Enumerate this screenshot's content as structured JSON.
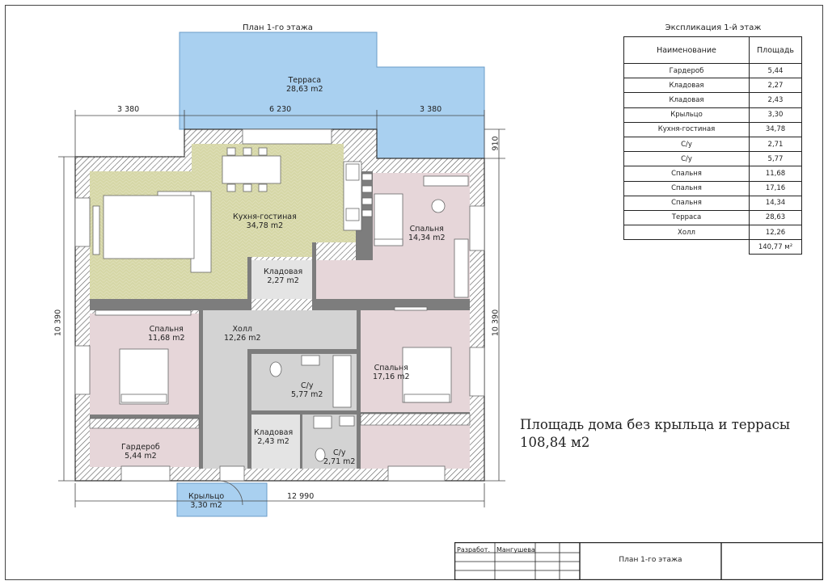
{
  "plan": {
    "title": "План 1-го этажа",
    "dimensions": {
      "top_left": "3 380",
      "top_mid": "6 230",
      "top_right": "3 380",
      "right_small": "910",
      "left_height": "10 390",
      "right_height": "10 390",
      "bottom": "12 990"
    },
    "rooms": {
      "terrace": {
        "name": "Терраса",
        "area": "28,63 m2"
      },
      "kitchen": {
        "name": "Кухня-гостиная",
        "area": "34,78 m2"
      },
      "bedroom_ne": {
        "name": "Спальня",
        "area": "14,34 m2"
      },
      "pantry1": {
        "name": "Кладовая",
        "area": "2,27 m2"
      },
      "bedroom_w": {
        "name": "Спальня",
        "area": "11,68 m2"
      },
      "hall": {
        "name": "Холл",
        "area": "12,26 m2"
      },
      "bedroom_e": {
        "name": "Спальня",
        "area": "17,16 m2"
      },
      "bath1": {
        "name": "С/у",
        "area": "5,77 m2"
      },
      "wardrobe": {
        "name": "Гардероб",
        "area": "5,44 m2"
      },
      "pantry2": {
        "name": "Кладовая",
        "area": "2,43 m2"
      },
      "bath2": {
        "name": "С/у",
        "area": "2,71 m2"
      },
      "porch": {
        "name": "Крыльцо",
        "area": "3,30 m2"
      }
    }
  },
  "explication": {
    "title": "Экспликация 1-й этаж",
    "headers": [
      "Наименование",
      "Площадь"
    ],
    "rows": [
      [
        "Гардероб",
        "5,44"
      ],
      [
        "Кладовая",
        "2,27"
      ],
      [
        "Кладовая",
        "2,43"
      ],
      [
        "Крыльцо",
        "3,30"
      ],
      [
        "Кухня-гостиная",
        "34,78"
      ],
      [
        "С/у",
        "2,71"
      ],
      [
        "С/у",
        "5,77"
      ],
      [
        "Спальня",
        "11,68"
      ],
      [
        "Спальня",
        "17,16"
      ],
      [
        "Спальня",
        "14,34"
      ],
      [
        "Терраса",
        "28,63"
      ],
      [
        "Холл",
        "12,26"
      ]
    ],
    "total": "140,77 м²"
  },
  "area_note": {
    "line1": "Площадь дома без крыльца и террасы",
    "line2": "108,84 м2"
  },
  "title_block": {
    "role": "Разработ.",
    "author": "Мангушева",
    "sheet_title": "План 1-го этажа"
  },
  "colors": {
    "terrace": "#a9d0f0",
    "kitchen": "#d6d7a7",
    "bedroom": "#e6d6d9",
    "hall": "#d3d3d3",
    "wall": "#7d7d7d"
  }
}
